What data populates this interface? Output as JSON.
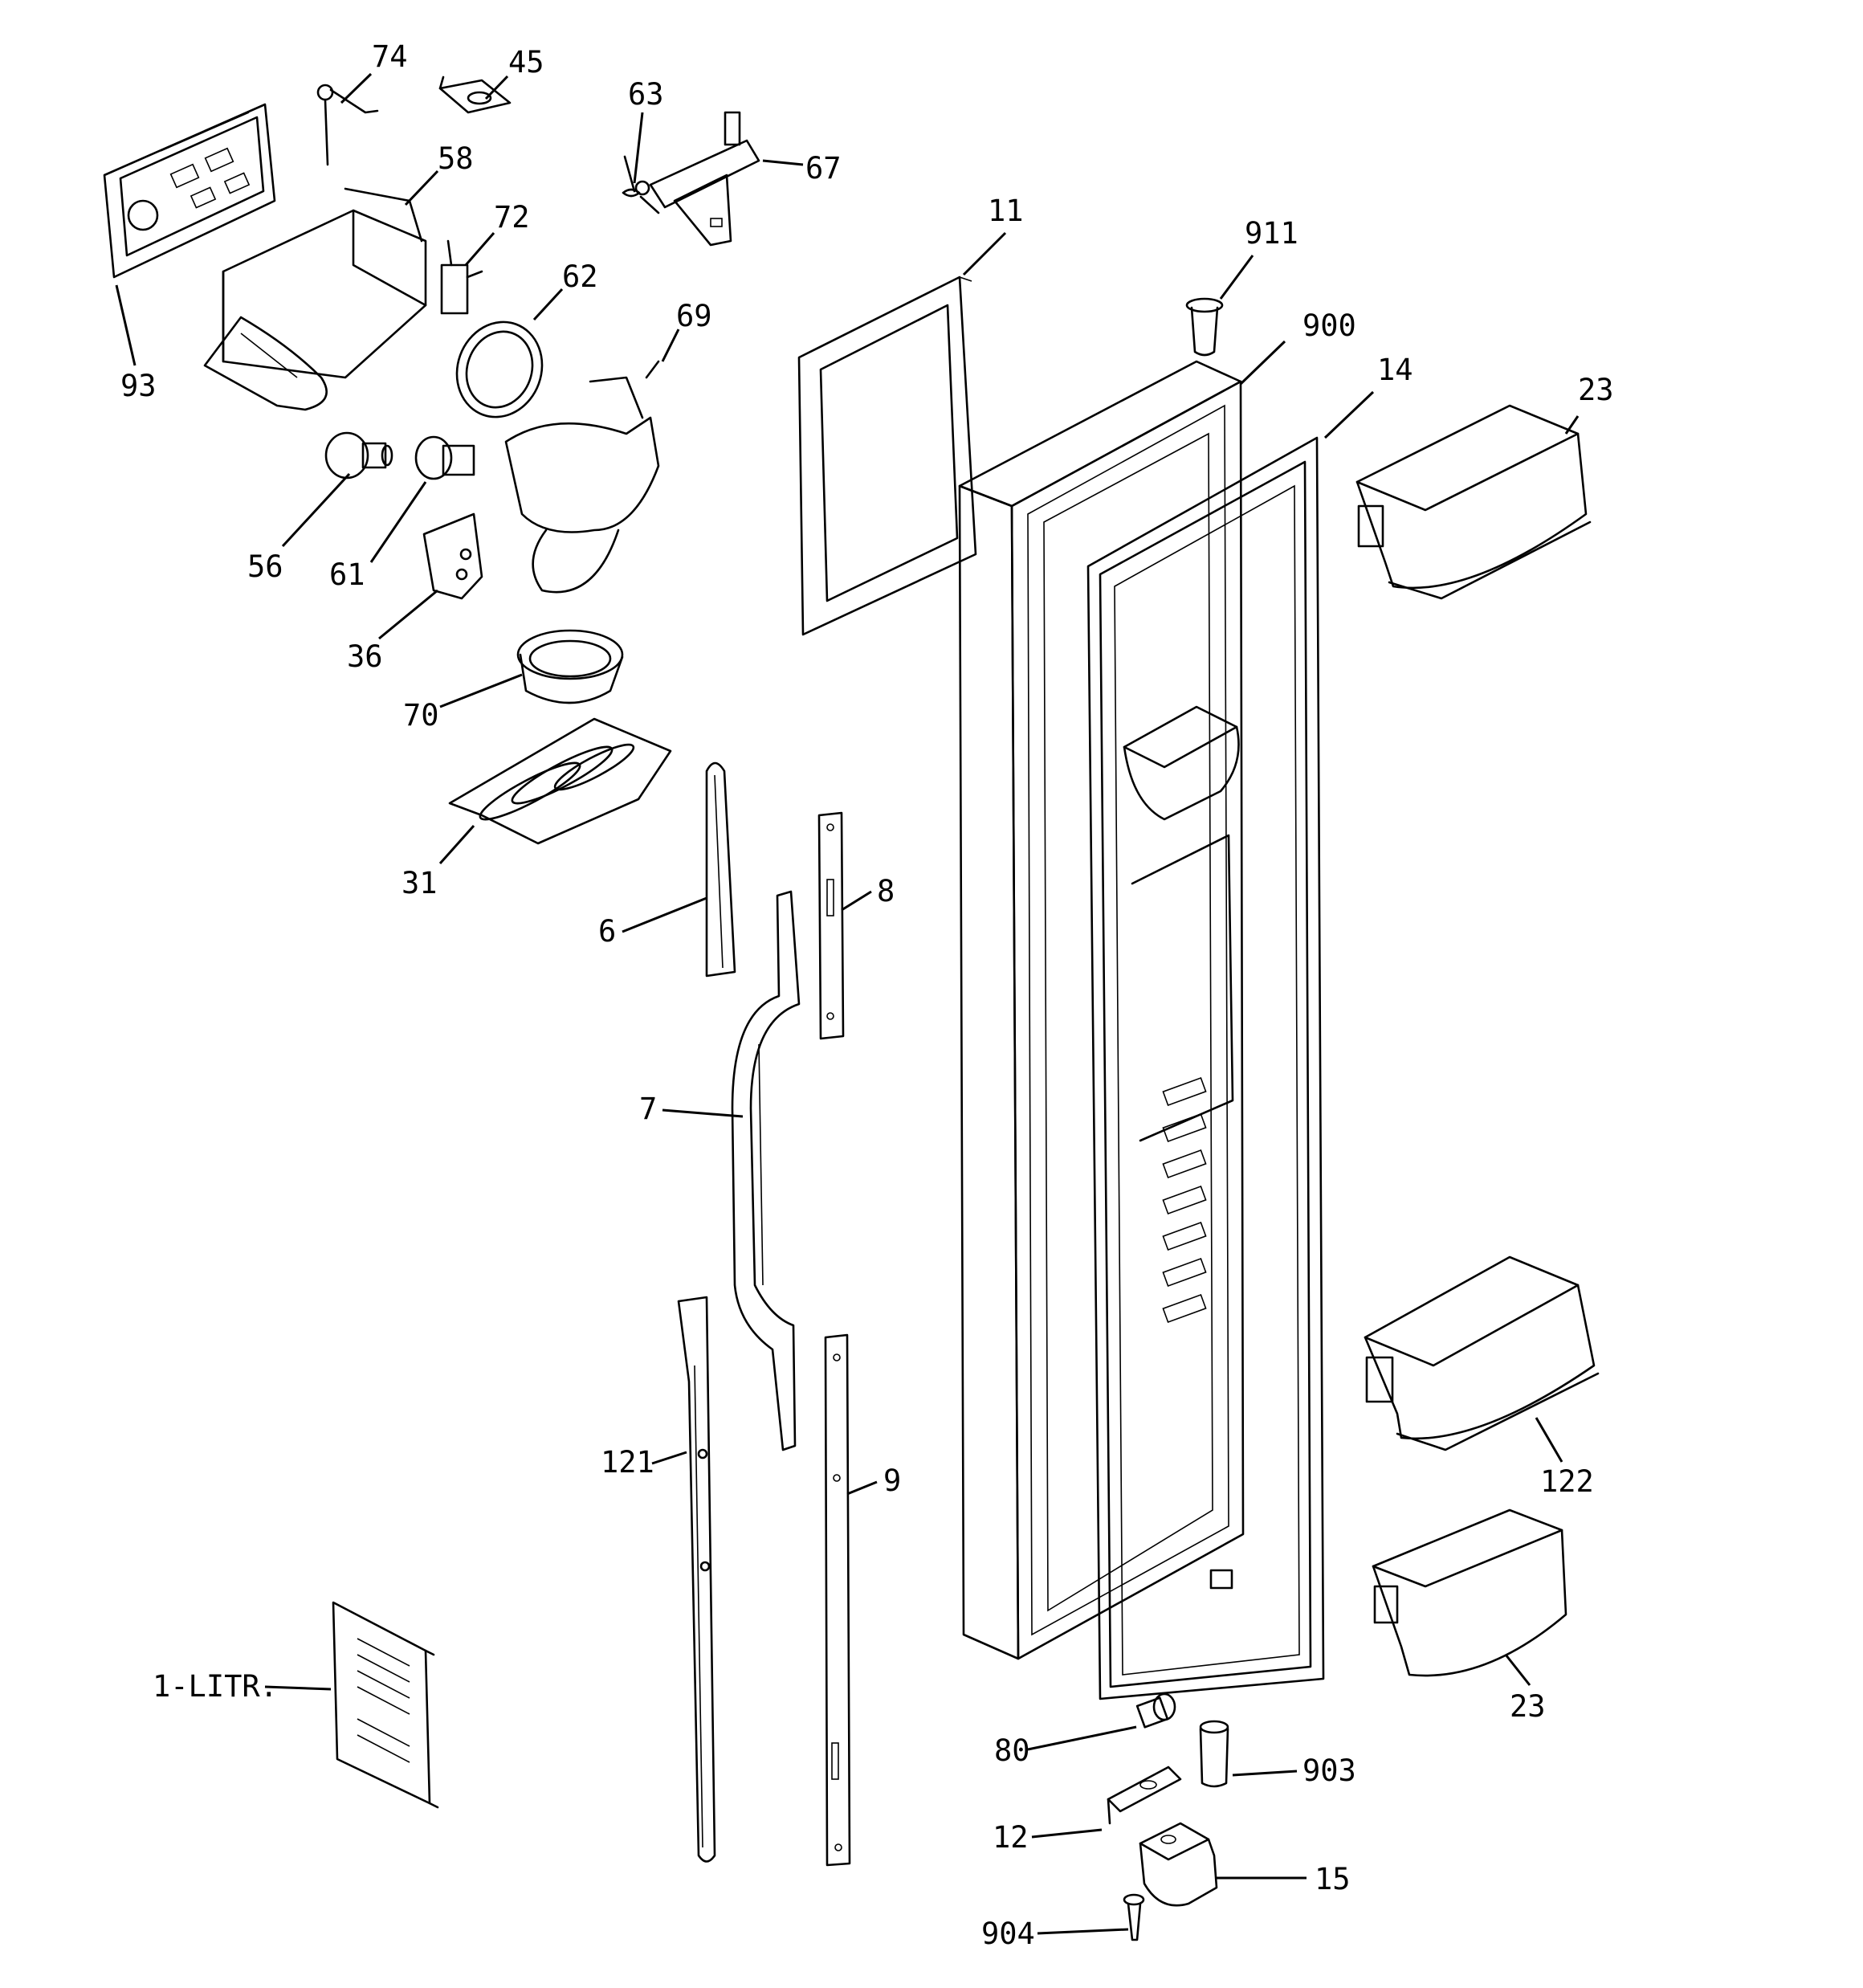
{
  "callouts": [
    {
      "id": "74",
      "text": "74"
    },
    {
      "id": "45",
      "text": "45"
    },
    {
      "id": "63",
      "text": "63"
    },
    {
      "id": "67",
      "text": "67"
    },
    {
      "id": "58",
      "text": "58"
    },
    {
      "id": "72",
      "text": "72"
    },
    {
      "id": "62",
      "text": "62"
    },
    {
      "id": "69",
      "text": "69"
    },
    {
      "id": "93",
      "text": "93"
    },
    {
      "id": "56",
      "text": "56"
    },
    {
      "id": "61",
      "text": "61"
    },
    {
      "id": "36",
      "text": "36"
    },
    {
      "id": "70",
      "text": "70"
    },
    {
      "id": "31",
      "text": "31"
    },
    {
      "id": "6",
      "text": "6"
    },
    {
      "id": "8",
      "text": "8"
    },
    {
      "id": "7",
      "text": "7"
    },
    {
      "id": "121",
      "text": "121"
    },
    {
      "id": "9",
      "text": "9"
    },
    {
      "id": "1-litr",
      "text": "1-LITR."
    },
    {
      "id": "11",
      "text": "11"
    },
    {
      "id": "911",
      "text": "911"
    },
    {
      "id": "900",
      "text": "900"
    },
    {
      "id": "14",
      "text": "14"
    },
    {
      "id": "23a",
      "text": "23"
    },
    {
      "id": "122",
      "text": "122"
    },
    {
      "id": "23b",
      "text": "23"
    },
    {
      "id": "80",
      "text": "80"
    },
    {
      "id": "903",
      "text": "903"
    },
    {
      "id": "12",
      "text": "12"
    },
    {
      "id": "15",
      "text": "15"
    },
    {
      "id": "904",
      "text": "904"
    }
  ]
}
